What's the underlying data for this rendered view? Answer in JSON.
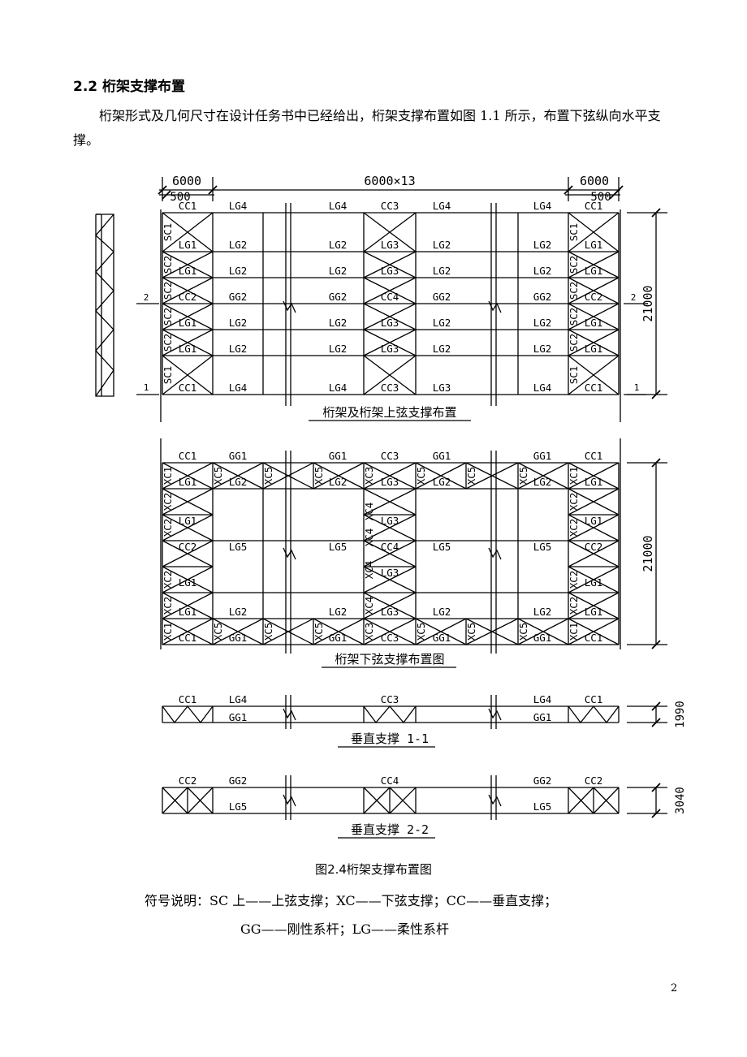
{
  "heading": "2.2 桁架支撑布置",
  "paragraph": "桁架形式及几何尺寸在设计任务书中已经给出，桁架支撑布置如图 1.1 所示，布置下弦纵向水平支撑。",
  "dims": {
    "left_bay": "6000",
    "middle": "6000×13",
    "right_bay": "6000",
    "left_offset": "500",
    "right_offset": "500",
    "height_top": "21000",
    "height_bottom": "21000",
    "height_v11": "1990",
    "height_v22": "3040"
  },
  "section_marks": [
    "1",
    "2"
  ],
  "top_plan": {
    "title": "桁架及桁架上弦支撑布置",
    "row_top": [
      "CC1",
      "LG4",
      "LG4",
      "CC3",
      "LG4",
      "LG4",
      "CC1"
    ],
    "row_lg": [
      "LG1",
      "LG2",
      "LG2",
      "LG3",
      "LG2",
      "LG2",
      "LG1"
    ],
    "row_mid": [
      "CC2",
      "GG2",
      "GG2",
      "CC4",
      "GG2",
      "GG2",
      "CC2"
    ],
    "row_bottom": [
      "CC1",
      "LG4",
      "LG4",
      "CC3",
      "LG3",
      "LG4",
      "CC1"
    ],
    "sc1": "SC1",
    "sc2": "SC2"
  },
  "bottom_plan": {
    "title": "桁架下弦支撑布置图",
    "row_top": [
      "CC1",
      "GG1",
      "GG1",
      "CC3",
      "GG1",
      "GG1",
      "CC1"
    ],
    "row_lg": [
      "LG1",
      "LG2",
      "LG2",
      "LG3",
      "LG2",
      "LG2",
      "LG1"
    ],
    "row_a": [
      "LG1",
      "LG3",
      "LG1"
    ],
    "row_mid": [
      "CC2",
      "LG5",
      "LG5",
      "CC4",
      "LG5",
      "LG5",
      "CC2"
    ],
    "row_b": [
      "LG1",
      "LG3",
      "LG1"
    ],
    "row_lg2": [
      "LG1",
      "LG2",
      "LG2",
      "LG3",
      "LG2",
      "LG2",
      "LG1"
    ],
    "row_bottom": [
      "CC1",
      "GG1",
      "GG1",
      "CC3",
      "GG1",
      "GG1",
      "CC1"
    ],
    "xc1": "XC1",
    "xc2": "XC2",
    "xc3": "XC3",
    "xc4": "XC4",
    "xc5": "XC5"
  },
  "vert11": {
    "title": "垂直支撑 1-1",
    "top": [
      "CC1",
      "LG4",
      "CC3",
      "LG4",
      "CC1"
    ],
    "bottom": [
      "GG1",
      "GG1"
    ]
  },
  "vert22": {
    "title": "垂直支撑 2-2",
    "top": [
      "CC2",
      "GG2",
      "CC4",
      "GG2",
      "CC2"
    ],
    "bottom": [
      "LG5",
      "LG5"
    ]
  },
  "figure_caption": "图2.4桁架支撑布置图",
  "notes_line1": "符号说明：SC 上——上弦支撑；XC——下弦支撑；CC——垂直支撑；",
  "notes_line2": "GG——刚性系杆；LG——柔性系杆",
  "page_number": "2"
}
